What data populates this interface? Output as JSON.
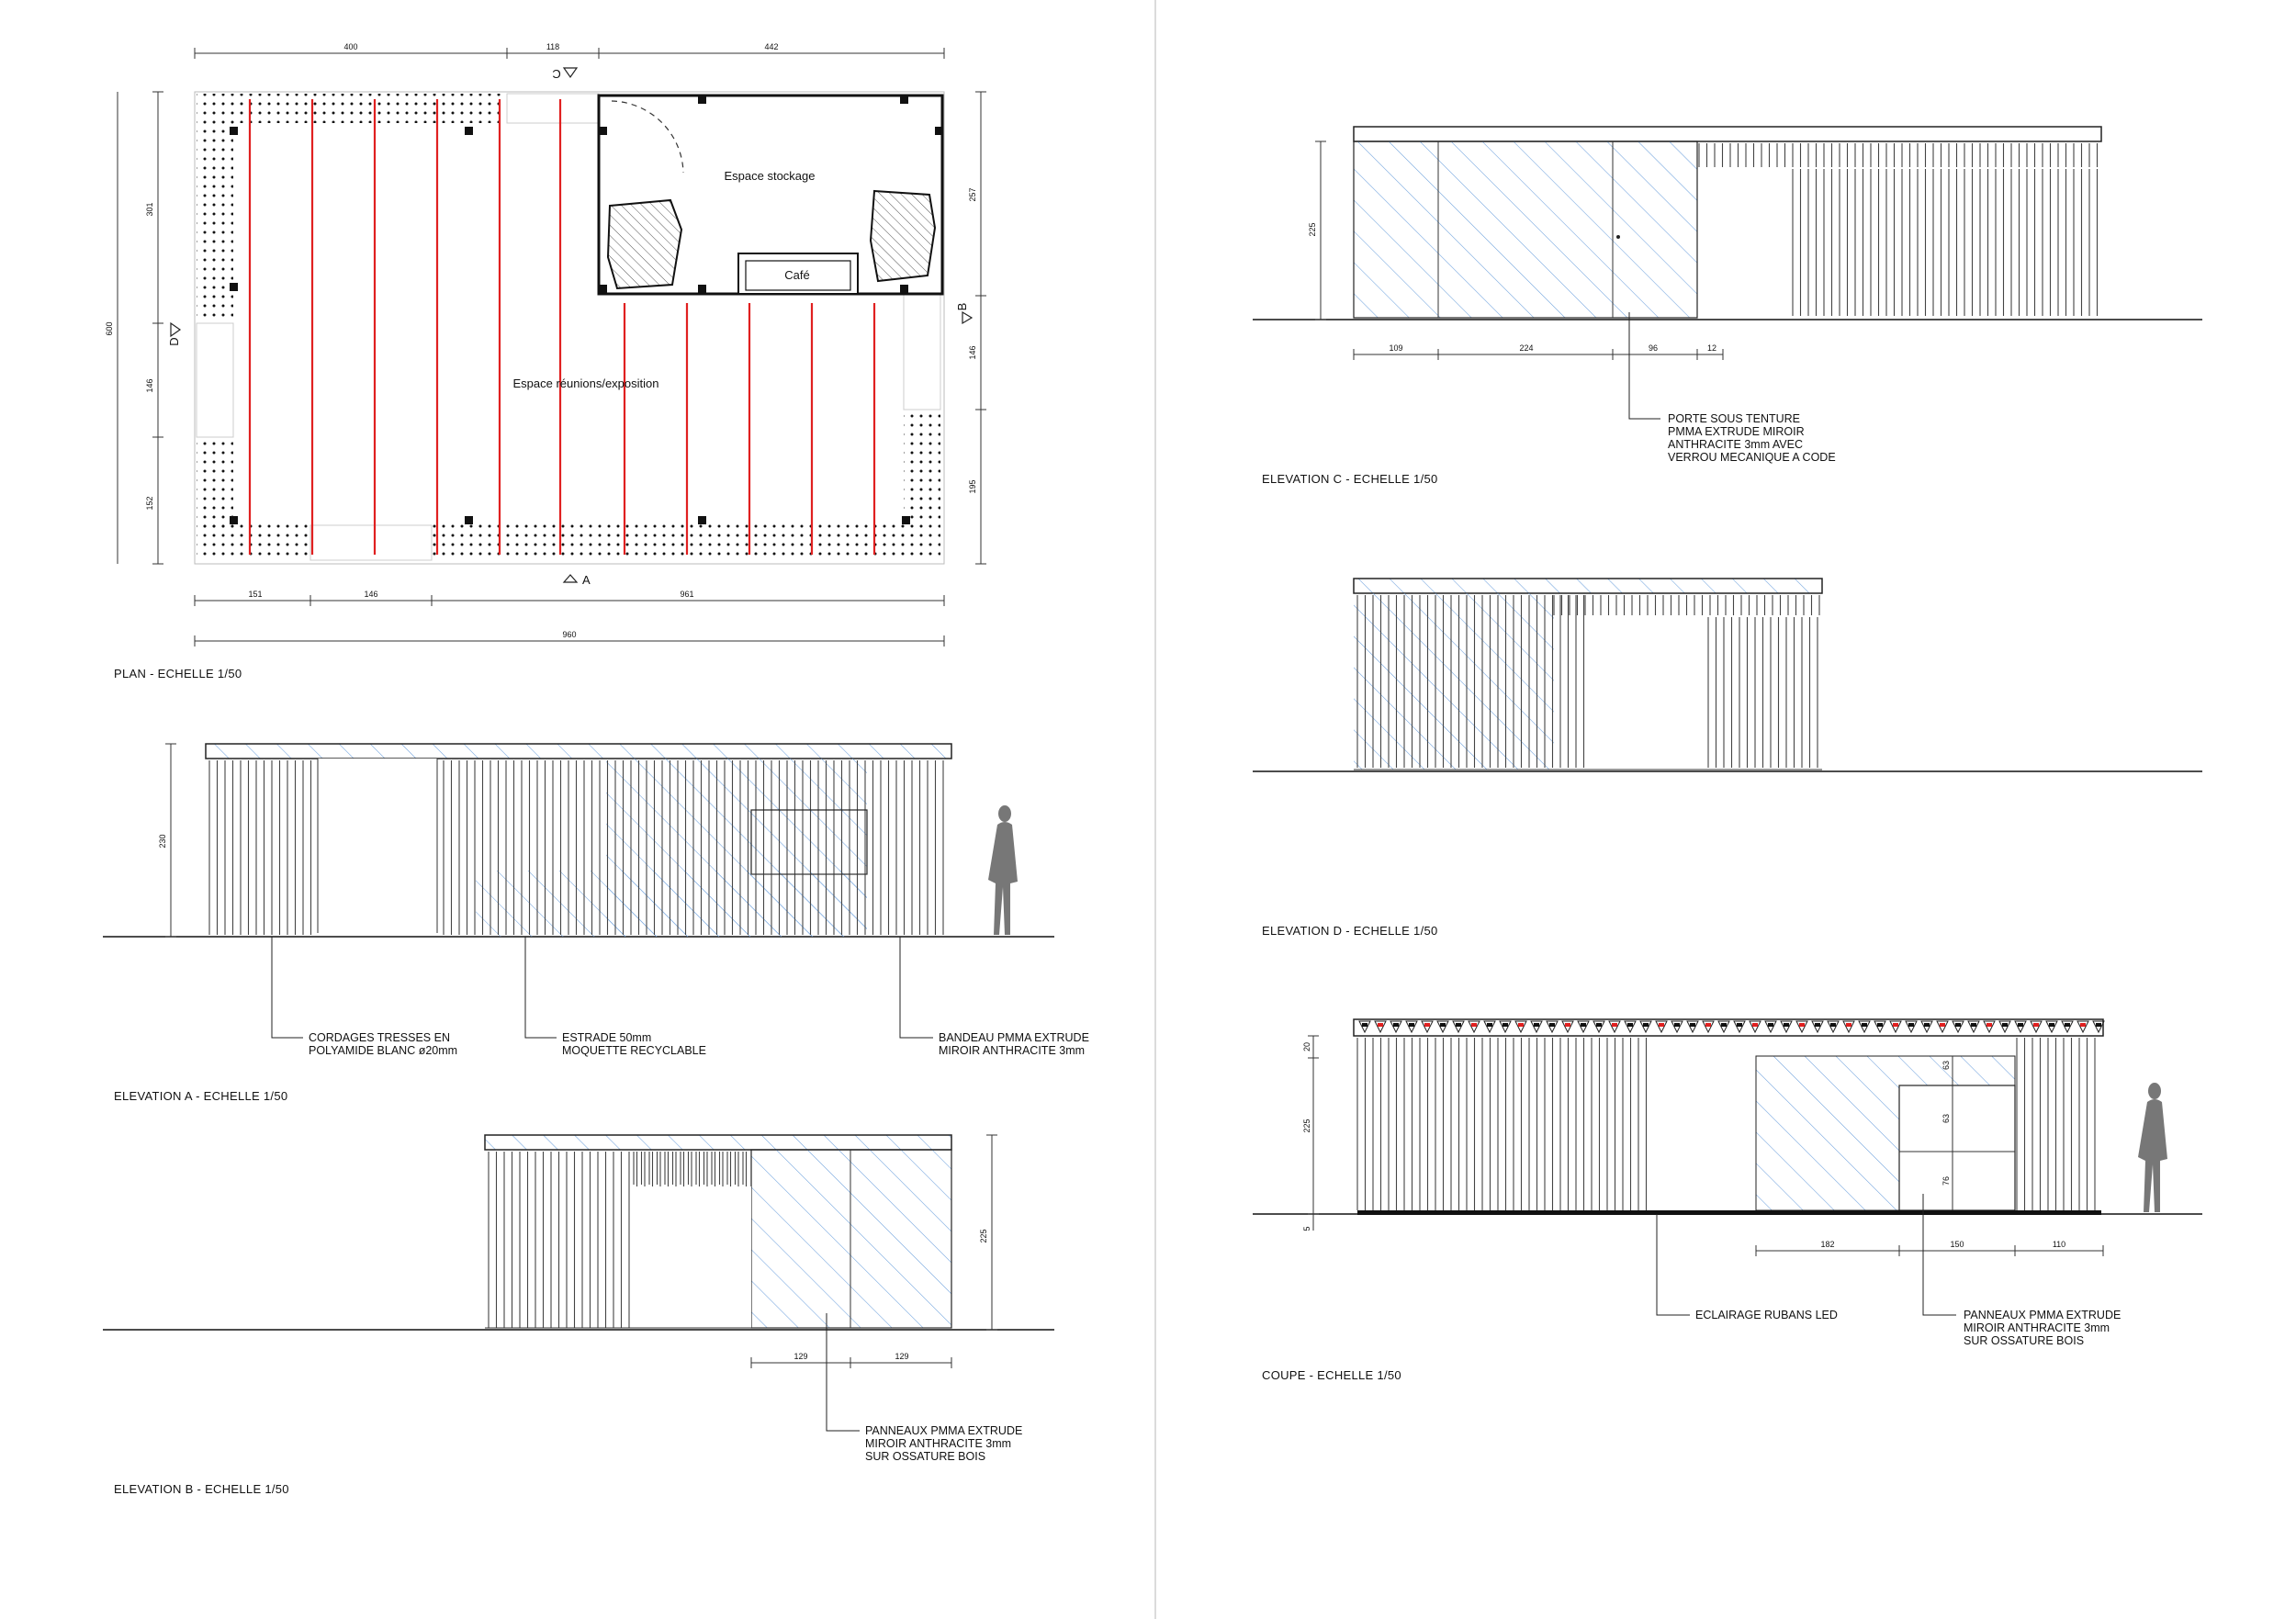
{
  "colors": {
    "cable_red": "#e02020",
    "mirror_hatch_blue": "#6fa2dd",
    "line_dark": "#222222",
    "silhouette_grey": "#777777"
  },
  "plan": {
    "caption": "PLAN - ECHELLE 1/50",
    "room_storage": "Espace stockage",
    "room_cafe": "Café",
    "room_meeting": "Espace réunions/exposition",
    "dims_top": [
      "400",
      "118",
      "442"
    ],
    "dims_bottom": [
      "151",
      "146",
      "961"
    ],
    "dim_total": "960",
    "dims_left_outer": "600",
    "dims_left": [
      "301",
      "146",
      "152"
    ],
    "dims_right": [
      "257",
      "146",
      "195"
    ],
    "marker_a": "A",
    "marker_b": "B",
    "marker_c": "C",
    "marker_d": "D"
  },
  "elevation_a": {
    "caption": "ELEVATION A - ECHELLE 1/50",
    "height_dim": "230",
    "note_cords": [
      "CORDAGES TRESSES EN",
      "POLYAMIDE BLANC ø20mm"
    ],
    "note_platform": [
      "ESTRADE 50mm",
      "MOQUETTE RECYCLABLE"
    ],
    "note_band": [
      "BANDEAU PMMA EXTRUDE",
      "MIROIR ANTHRACITE 3mm"
    ]
  },
  "elevation_b": {
    "caption": "ELEVATION B - ECHELLE 1/50",
    "height_dim": "225",
    "dims": [
      "129",
      "129"
    ],
    "note_panels": [
      "PANNEAUX PMMA EXTRUDE",
      "MIROIR ANTHRACITE 3mm",
      "SUR OSSATURE BOIS"
    ]
  },
  "elevation_c": {
    "caption": "ELEVATION C - ECHELLE 1/50",
    "height_dim": "225",
    "dims": [
      "109",
      "224",
      "96",
      "12"
    ],
    "note_door": [
      "PORTE SOUS TENTURE",
      "PMMA EXTRUDE MIROIR",
      "ANTHRACITE 3mm AVEC",
      "VERROU MECANIQUE A CODE"
    ]
  },
  "elevation_d": {
    "caption": "ELEVATION D - ECHELLE 1/50"
  },
  "section": {
    "caption": "COUPE - ECHELLE 1/50",
    "left_dims": [
      "20",
      "225",
      "5"
    ],
    "panel_dims": [
      "63",
      "63",
      "76"
    ],
    "bottom_dims": [
      "182",
      "150",
      "110"
    ],
    "note_led": "ECLAIRAGE RUBANS LED",
    "note_panels": [
      "PANNEAUX PMMA EXTRUDE",
      "MIROIR ANTHRACITE 3mm",
      "SUR OSSATURE BOIS"
    ]
  }
}
